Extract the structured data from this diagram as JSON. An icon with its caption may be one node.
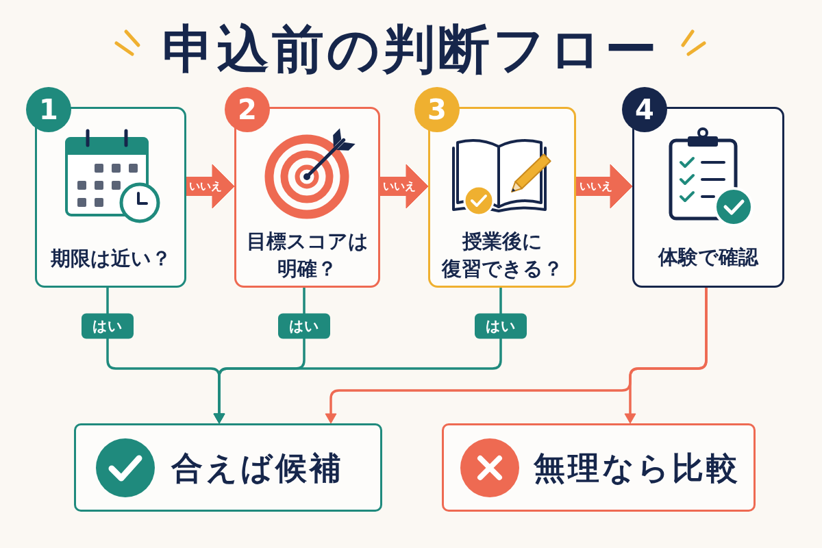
{
  "diagram": {
    "title": "申込前の判断フロー",
    "nodes": [
      {
        "text": [
          "1"
        ]
      },
      {
        "text": [
          "期限は近い？"
        ]
      },
      {
        "text": [
          "2"
        ]
      },
      {
        "text": [
          "目標スコアは明確？"
        ]
      },
      {
        "text": [
          "3"
        ]
      },
      {
        "text": [
          "授業後に復習できる？"
        ]
      },
      {
        "text": [
          "4"
        ]
      },
      {
        "text": [
          "体験で確認"
        ]
      },
      {
        "text": [
          "合えば候補"
        ]
      },
      {
        "text": [
          "無理なら比較"
        ]
      }
    ],
    "edges": [
      {
        "from": 1,
        "to": 3,
        "arrow": "to",
        "label": "いいえ",
        "style": "thick"
      },
      {
        "from": 3,
        "to": 5,
        "arrow": "to",
        "label": "いいえ",
        "style": "thick"
      },
      {
        "from": 5,
        "to": 7,
        "arrow": "to",
        "label": "いいえ",
        "style": "thick"
      },
      {
        "from": 1,
        "to": 8,
        "arrow": "to",
        "label": "はい",
        "color": "#1f8a7d"
      },
      {
        "from": 3,
        "to": 8,
        "arrow": "to",
        "label": "はい",
        "color": "#1f8a7d"
      },
      {
        "from": 5,
        "to": 8,
        "arrow": "to",
        "label": "はい",
        "color": "#1f8a7d"
      },
      {
        "from": 7,
        "to": 8,
        "arrow": "to"
      },
      {
        "from": 7,
        "to": 9,
        "arrow": "to"
      }
    ]
  }
}
